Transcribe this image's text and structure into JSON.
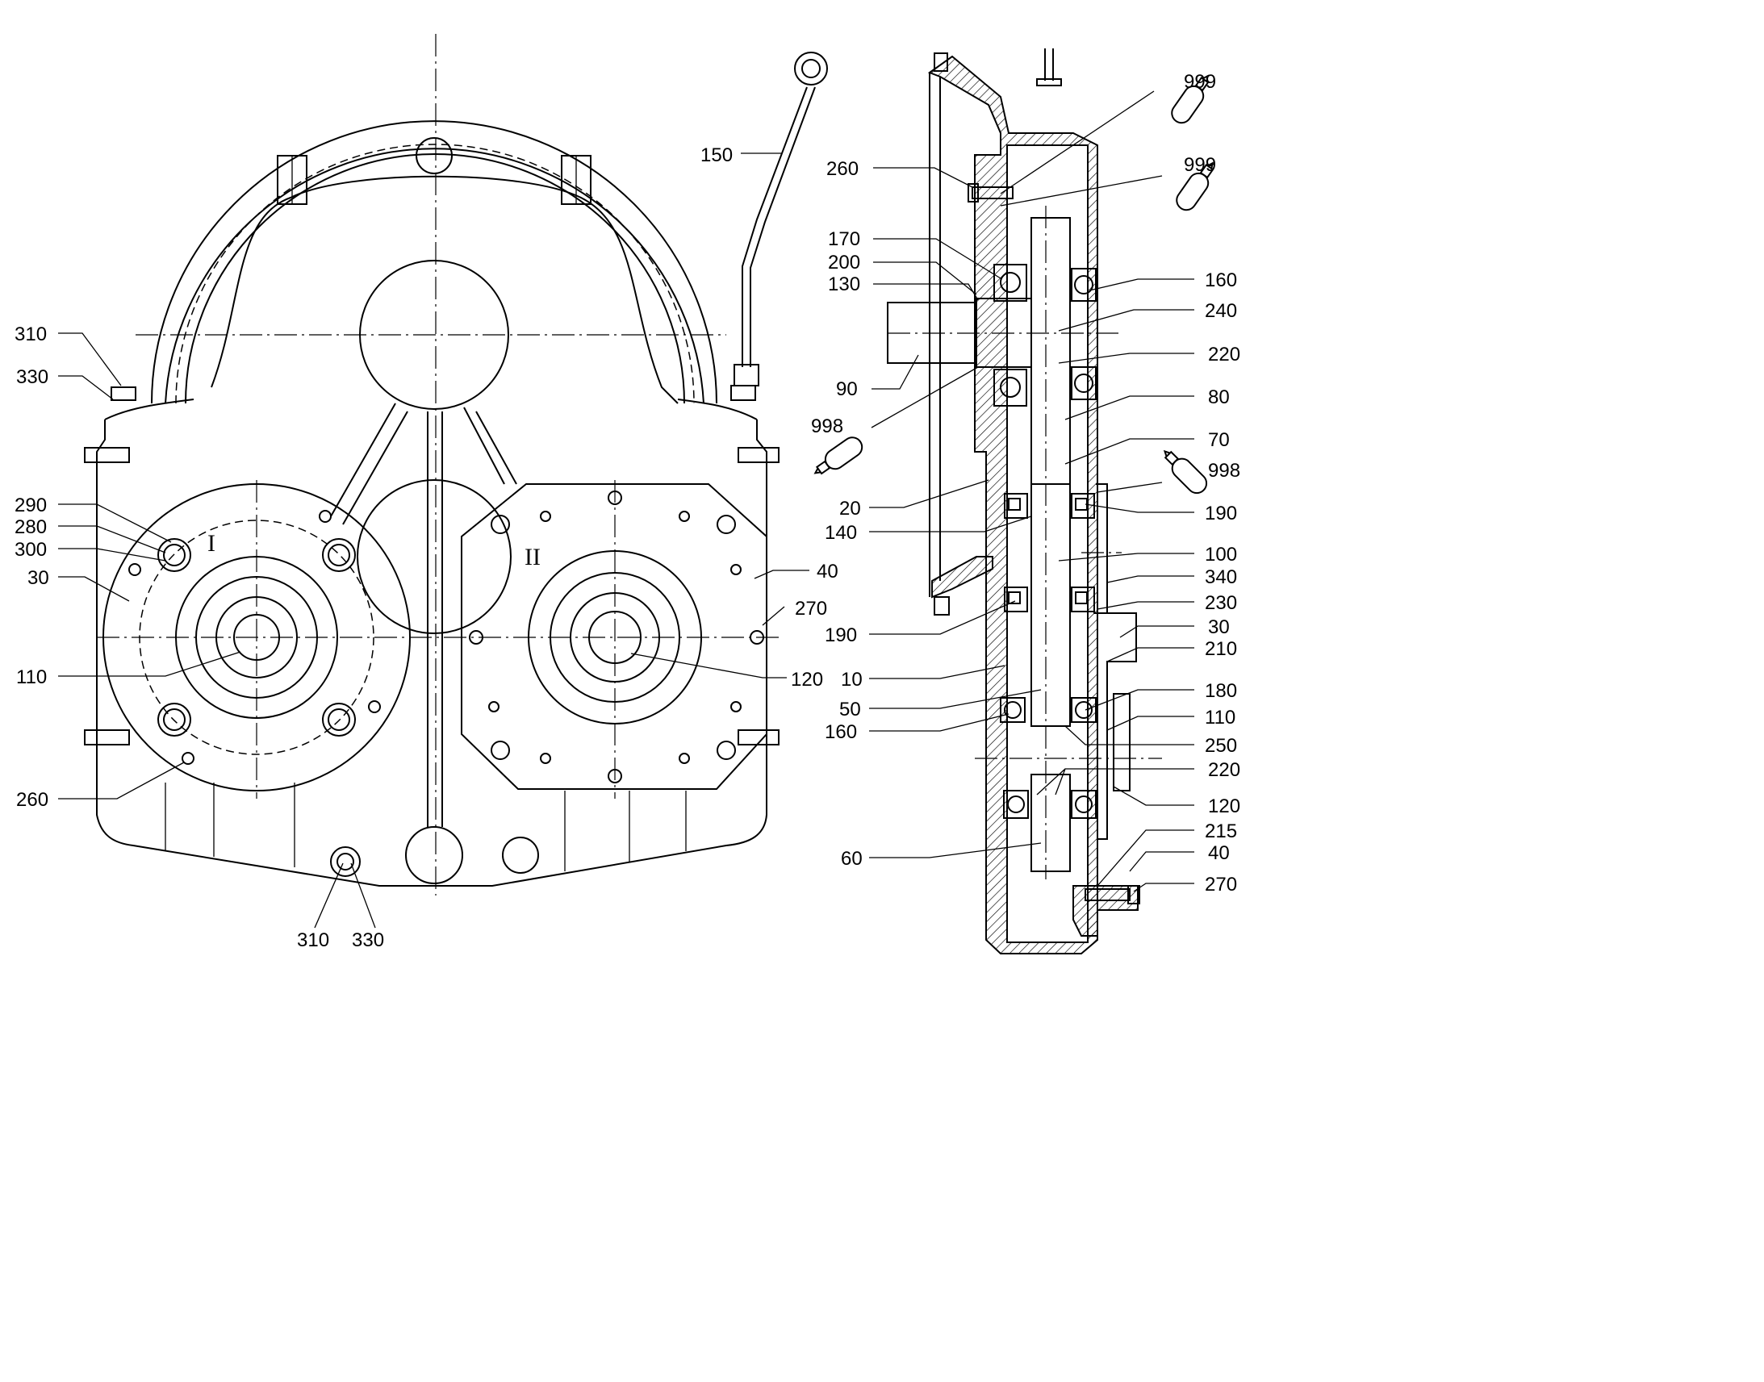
{
  "front_view": {
    "labels": {
      "l310_top": "310",
      "l330_top": "330",
      "l290": "290",
      "l280": "280",
      "l300": "300",
      "l30": "30",
      "l110": "110",
      "l260": "260",
      "l310_bot": "310",
      "l330_bot": "330",
      "l150": "150",
      "l40": "40",
      "l270": "270",
      "l120": "120"
    },
    "roman": {
      "shaft_1": "I",
      "shaft_2": "II"
    }
  },
  "section_view": {
    "labels": {
      "l999_a": "999",
      "l999_b": "999",
      "l260": "260",
      "l170": "170",
      "l200": "200",
      "l130": "130",
      "l90": "90",
      "l998_a": "998",
      "l20": "20",
      "l140": "140",
      "l190_a": "190",
      "l10": "10",
      "l50": "50",
      "l160_a": "160",
      "l60": "60",
      "l160_b": "160",
      "l240": "240",
      "l220_a": "220",
      "l80": "80",
      "l70": "70",
      "l998_b": "998",
      "l190_b": "190",
      "l100": "100",
      "l340": "340",
      "l230": "230",
      "l30": "30",
      "l210": "210",
      "l180": "180",
      "l110": "110",
      "l250": "250",
      "l220_b": "220",
      "l120": "120",
      "l215": "215",
      "l40": "40",
      "l270": "270"
    }
  }
}
